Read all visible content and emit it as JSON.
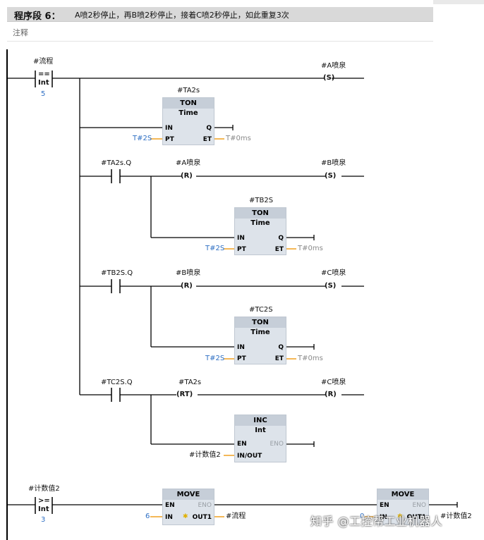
{
  "header": {
    "title": "程序段 6：",
    "description": "A喷2秒停止，再B喷2秒停止，接着C喷2秒停止，如此重复3次",
    "comment": "注释"
  },
  "rung1": {
    "compare_tag": "#流程",
    "compare_op": "==",
    "compare_type": "Int",
    "compare_value": "5",
    "set_coil_tag": "#A喷泉",
    "set_coil_symbol": "S",
    "timer_a": {
      "instance": "#TA2s",
      "type": "TON",
      "sub": "Time",
      "pin_in": "IN",
      "pin_q": "Q",
      "pin_pt": "PT",
      "pin_et": "ET",
      "pt_value": "T#2S",
      "et_value": "T#0ms"
    }
  },
  "rung2": {
    "contact_tag": "#TA2s.Q",
    "reset_coil_tag": "#A喷泉",
    "reset_symbol": "R",
    "set_coil_tag": "#B喷泉",
    "set_symbol": "S",
    "timer_b": {
      "instance": "#TB2S",
      "type": "TON",
      "sub": "Time",
      "pin_in": "IN",
      "pin_q": "Q",
      "pin_pt": "PT",
      "pin_et": "ET",
      "pt_value": "T#2S",
      "et_value": "T#0ms"
    }
  },
  "rung3": {
    "contact_tag": "#TB2S.Q",
    "reset_coil_tag": "#B喷泉",
    "reset_symbol": "R",
    "set_coil_tag": "#C喷泉",
    "set_symbol": "S",
    "timer_c": {
      "instance": "#TC2S",
      "type": "TON",
      "sub": "Time",
      "pin_in": "IN",
      "pin_q": "Q",
      "pin_pt": "PT",
      "pin_et": "ET",
      "pt_value": "T#2S",
      "et_value": "T#0ms"
    }
  },
  "rung4": {
    "contact_tag": "#TC2S.Q",
    "rt_coil_tag": "#TA2s",
    "rt_symbol": "RT",
    "reset_coil_tag": "#C喷泉",
    "reset_symbol": "R",
    "inc": {
      "type": "INC",
      "sub": "Int",
      "pin_en": "EN",
      "pin_eno": "ENO",
      "pin_inout": "IN/OUT",
      "inout_tag": "#计数值2"
    }
  },
  "rung5": {
    "compare_tag": "#计数值2",
    "compare_op": ">=",
    "compare_type": "Int",
    "compare_value": "3",
    "move1": {
      "type": "MOVE",
      "pin_en": "EN",
      "pin_eno": "ENO",
      "pin_in": "IN",
      "pin_out": "OUT1",
      "in_value": "6",
      "out_tag": "#流程"
    },
    "move2": {
      "type": "MOVE",
      "pin_en": "EN",
      "pin_eno": "ENO",
      "pin_in": "IN",
      "pin_out": "OUT1",
      "in_value": "0",
      "out_tag": "#计数值2"
    }
  },
  "watermark": "知乎 @工控帮工业机器人",
  "colors": {
    "wire": "#000000",
    "param_line": "#f0a020",
    "constant": "#2e6fc4",
    "block_body": "#dde3ea",
    "block_title": "#c6ced8"
  }
}
